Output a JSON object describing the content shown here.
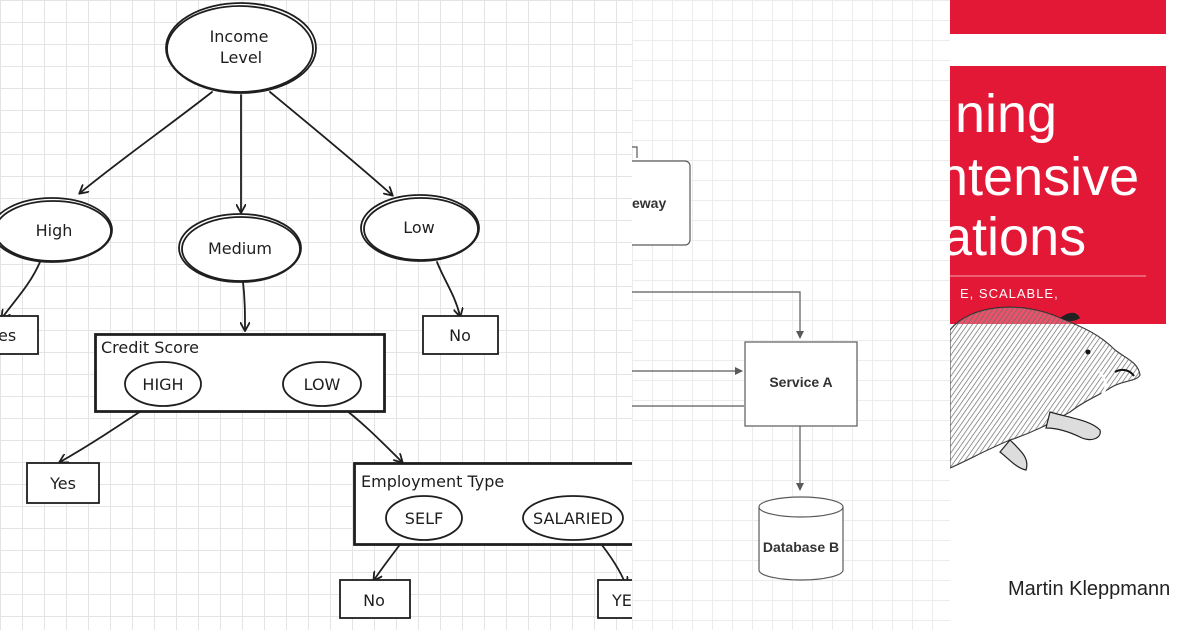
{
  "tree": {
    "root": {
      "line1": "Income",
      "line2": "Level"
    },
    "branches": {
      "high": "High",
      "medium": "Medium",
      "low": "Low"
    },
    "leaves": {
      "high_leaf": "es",
      "low_leaf": "No",
      "credit_yes": "Yes",
      "emp_self_leaf": "No",
      "emp_salaried_leaf": "YE"
    },
    "credit_score": {
      "label": "Credit Score",
      "high": "HIGH",
      "low": "LOW"
    },
    "employment_type": {
      "label": "Employment Type",
      "self": "SELF",
      "salaried": "SALARIED"
    }
  },
  "architecture": {
    "gateway_label": "eway",
    "service_label": "Service A",
    "database_label": "Database B"
  },
  "book": {
    "title_line1": "ning",
    "title_line2": "ntensive",
    "title_line3": "ations",
    "subtitle": "E, SCALABLE,",
    "author": "Martin Kleppmann",
    "accent_color": "#e31837"
  }
}
